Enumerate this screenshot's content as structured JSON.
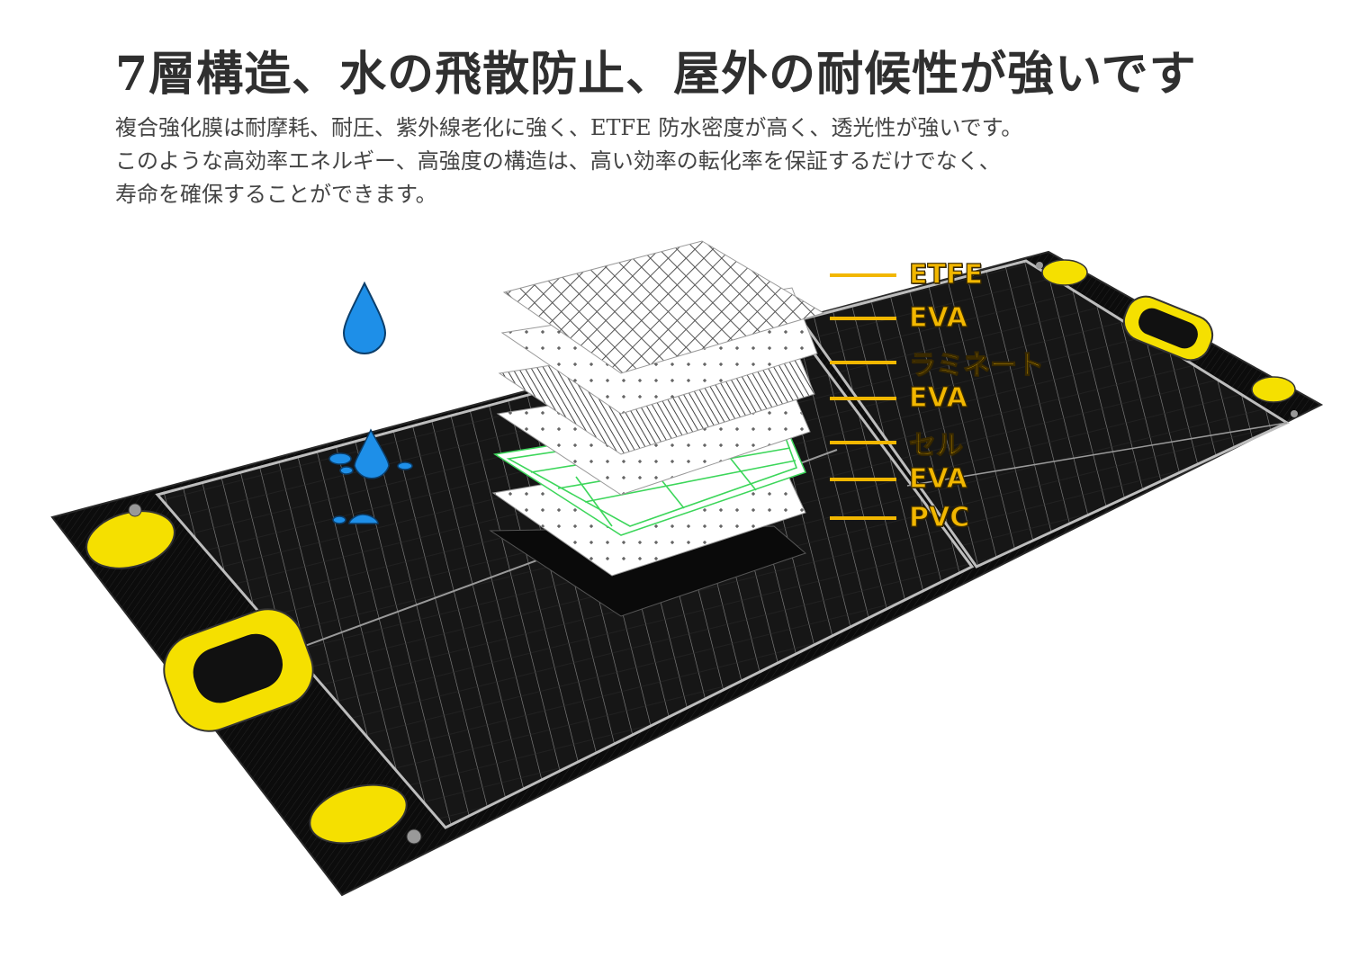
{
  "title": "7層構造、水の飛散防止、屋外の耐候性が強いです",
  "description_lines": [
    "複合強化膜は耐摩耗、耐圧、紫外線老化に強く、ETFE 防水密度が高く、透光性が強いです。",
    "このような高効率エネルギー、高強度の構造は、高い効率の転化率を保証するだけでなく、",
    "寿命を確保することができます。"
  ],
  "layers": [
    {
      "label": "ETFE"
    },
    {
      "label": "EVA"
    },
    {
      "label": "ラミネート"
    },
    {
      "label": "EVA"
    },
    {
      "label": "セル"
    },
    {
      "label": "EVA"
    },
    {
      "label": "PVC"
    }
  ],
  "colors": {
    "accent_yellow": "#F2B700",
    "handle_yellow": "#F5E000",
    "water_blue": "#1E8FE8",
    "panel_black": "#111111",
    "cell_green": "#3CD65A"
  }
}
